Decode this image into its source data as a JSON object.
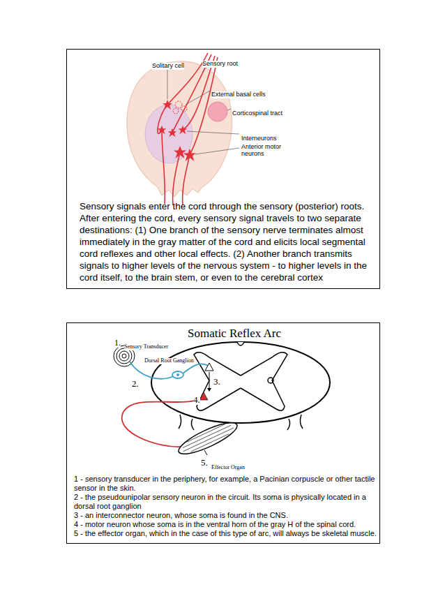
{
  "diagram": {
    "nodes": [
      {
        "text": [
          "Sensory signals enter the cord through the sensory (posterior) roots. After entering the cord, every sensory signal travels to two separate destinations: (1) One branch of the sensory nerve terminates almost immediately in the gray matter of the cord and elicits local segmental cord reflexes and other local effects. (2) Another branch transmits signals to higher levels of the nervous system - to higher levels in the cord itself, to the brain stem, or even to the cerebral cortex"
        ]
      },
      {
        "text": [
          "Somatic Reflex Arc",
          "1 - sensory transducer in the periphery, for example, a Pacinian corpuscle or other tactile sensor in the skin.",
          "2 - the pseudounipolar sensory neuron in the circuit. Its soma is physically located in a dorsal root ganglion",
          "3 - an interconnector neuron, whose soma is found in the CNS.",
          "4 - motor neuron whose soma is in the ventral horn of the gray H of the spinal cord.",
          "5 - the effector organ, which in the case of this type of arc, will always be skeletal muscle."
        ]
      }
    ],
    "labels": [
      "Solitary cell",
      "Sensory root",
      "External basal cells",
      "Corticospinal tract",
      "Interneurons",
      "Anterior motor neurons",
      "1.",
      "Sensory Transducer",
      "Dorsal Root Ganglion",
      "2.",
      "3.",
      "4.",
      "5.",
      "Effector Organ"
    ]
  }
}
